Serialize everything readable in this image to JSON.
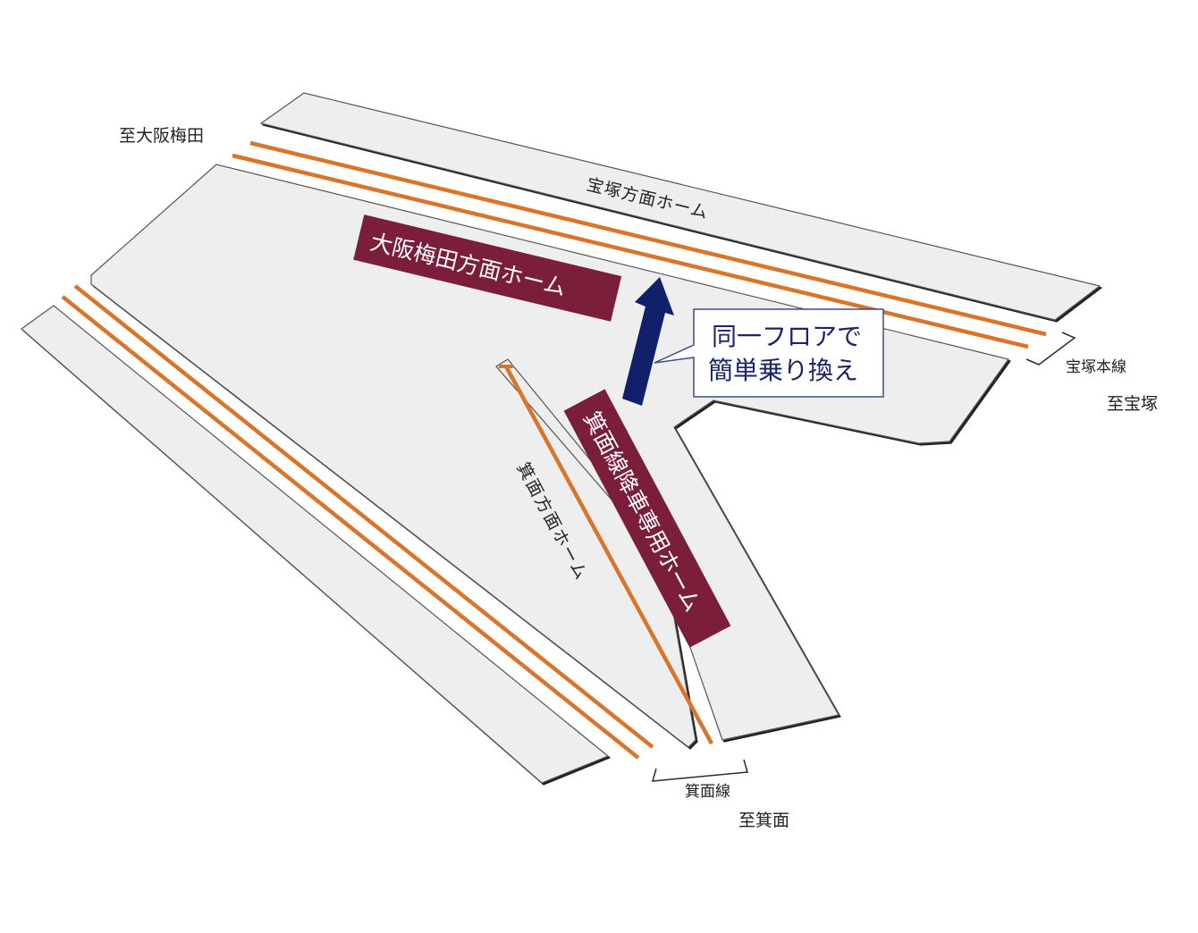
{
  "labels": {
    "to_osaka_umeda": "至大阪梅田",
    "takarazuka_platform": "宝塚方面ホーム",
    "osaka_umeda_platform": "大阪梅田方面ホーム",
    "minoh_alighting_platform": "箕面線降車専用ホーム",
    "minoh_platform": "箕面方面ホーム",
    "takarazuka_main_line": "宝塚本線",
    "to_takarazuka": "至宝塚",
    "minoh_line": "箕面線",
    "to_minoh": "至箕面",
    "callout_line1": "同一フロアで",
    "callout_line2": "簡単乗り換え"
  },
  "colors": {
    "platform_fill": "#eeeeee",
    "platform_edge": "#2b2b2b",
    "track": "#d9752a",
    "banner": "#7a1e3a",
    "arrow": "#10206a",
    "callout_border": "#3b4d86",
    "callout_text": "#1a2468"
  }
}
